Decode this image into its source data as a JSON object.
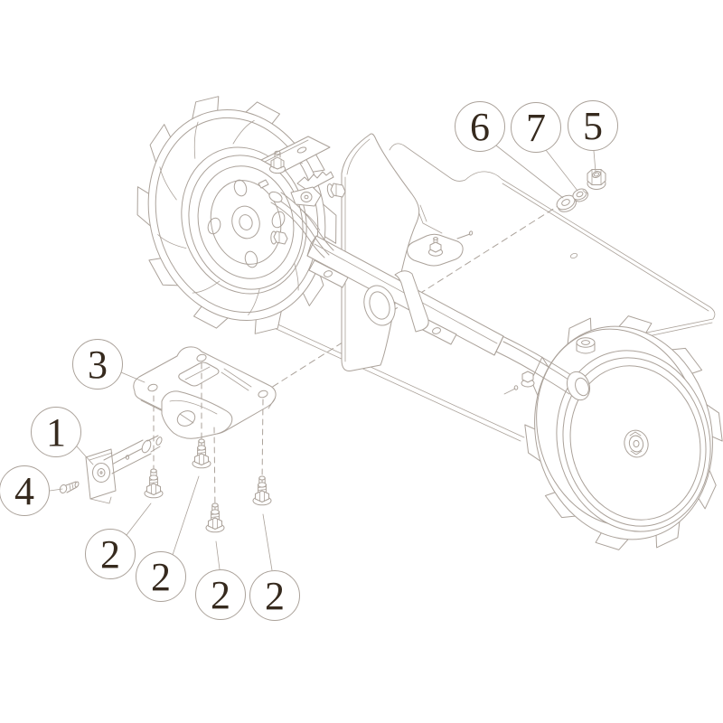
{
  "title": "Wheel and axle assembly exploded parts diagram",
  "colors": {
    "background": "#ffffff",
    "line": "#aba29a",
    "ink": "#362a1e"
  },
  "callouts": [
    {
      "ref": "6",
      "part": "flat-washer"
    },
    {
      "ref": "7",
      "part": "lock-washer"
    },
    {
      "ref": "5",
      "part": "hex-nut"
    },
    {
      "ref": "3",
      "part": "mounting-bracket"
    },
    {
      "ref": "1",
      "part": "pivot-pin"
    },
    {
      "ref": "4",
      "part": "set-screw"
    },
    {
      "ref": "2",
      "part": "flange-bolt"
    },
    {
      "ref": "2",
      "part": "flange-bolt"
    },
    {
      "ref": "2",
      "part": "flange-bolt"
    },
    {
      "ref": "2",
      "part": "flange-bolt"
    }
  ]
}
